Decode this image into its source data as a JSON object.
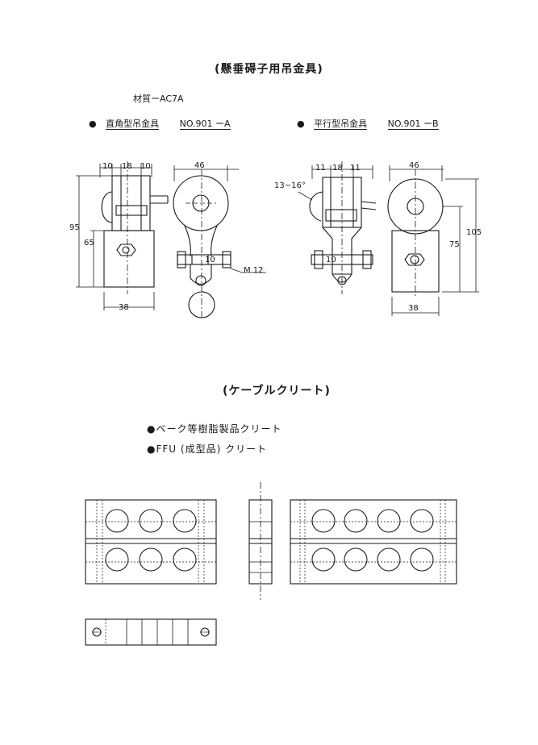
{
  "section1": {
    "title": "(懸垂碍子用吊金具)",
    "material": "材質ーAC7A",
    "variant_a": {
      "bullet": "●",
      "name": "直角型吊金具",
      "code": "NO.901 ーA"
    },
    "variant_b": {
      "bullet": "●",
      "name": "平行型吊金具",
      "code": "NO.901 ーB"
    }
  },
  "dims_a": {
    "top": [
      "10",
      "18",
      "10"
    ],
    "width_right": "46",
    "height_95": "95",
    "height_65": "65",
    "bottom": "38",
    "bolt_10": "10",
    "thread": "M 12"
  },
  "dims_b": {
    "angle": "13~16°",
    "top": [
      "11",
      "18",
      "11"
    ],
    "width_right": "46",
    "height_105": "105",
    "height_75": "75",
    "bolt_10": "10",
    "bottom": "38"
  },
  "section2": {
    "title": "(ケーブルクリート)",
    "items": [
      {
        "bullet": "●",
        "text": "ベーク等樹脂製品クリート"
      },
      {
        "bullet": "●",
        "text": "FFU (成型品) クリート"
      }
    ]
  }
}
